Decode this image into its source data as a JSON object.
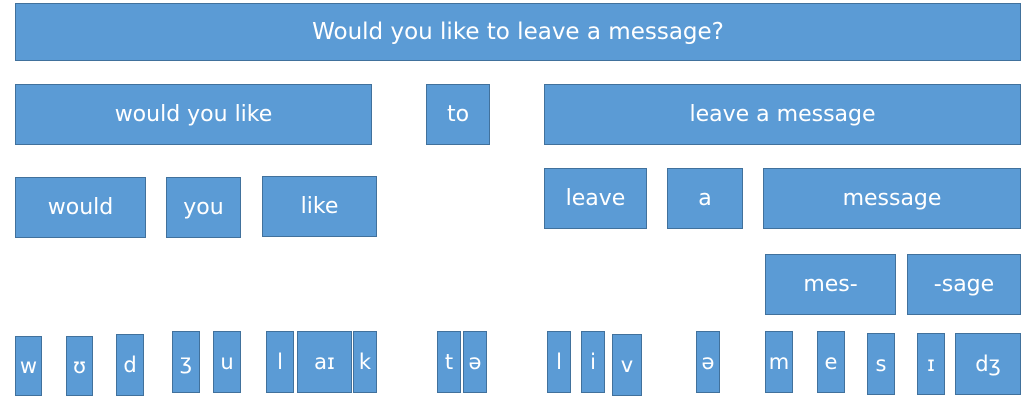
{
  "sentence": "Would you like to leave a message?",
  "phrases": [
    "would you like",
    "to",
    "leave a message"
  ],
  "words": [
    "would",
    "you",
    "like",
    "leave",
    "a",
    "message"
  ],
  "syllables": [
    "mes-",
    "-sage"
  ],
  "phonemes": [
    "w",
    "ʊ",
    "d",
    "ʒ",
    "u",
    "l",
    "aɪ",
    "k",
    "t",
    "ə",
    "l",
    "i",
    "v",
    "ə",
    "m",
    "e",
    "s",
    "ɪ",
    "dʒ"
  ],
  "colors": {
    "box_fill": "#5b9bd5",
    "box_border": "#41719c",
    "text": "#ffffff"
  }
}
